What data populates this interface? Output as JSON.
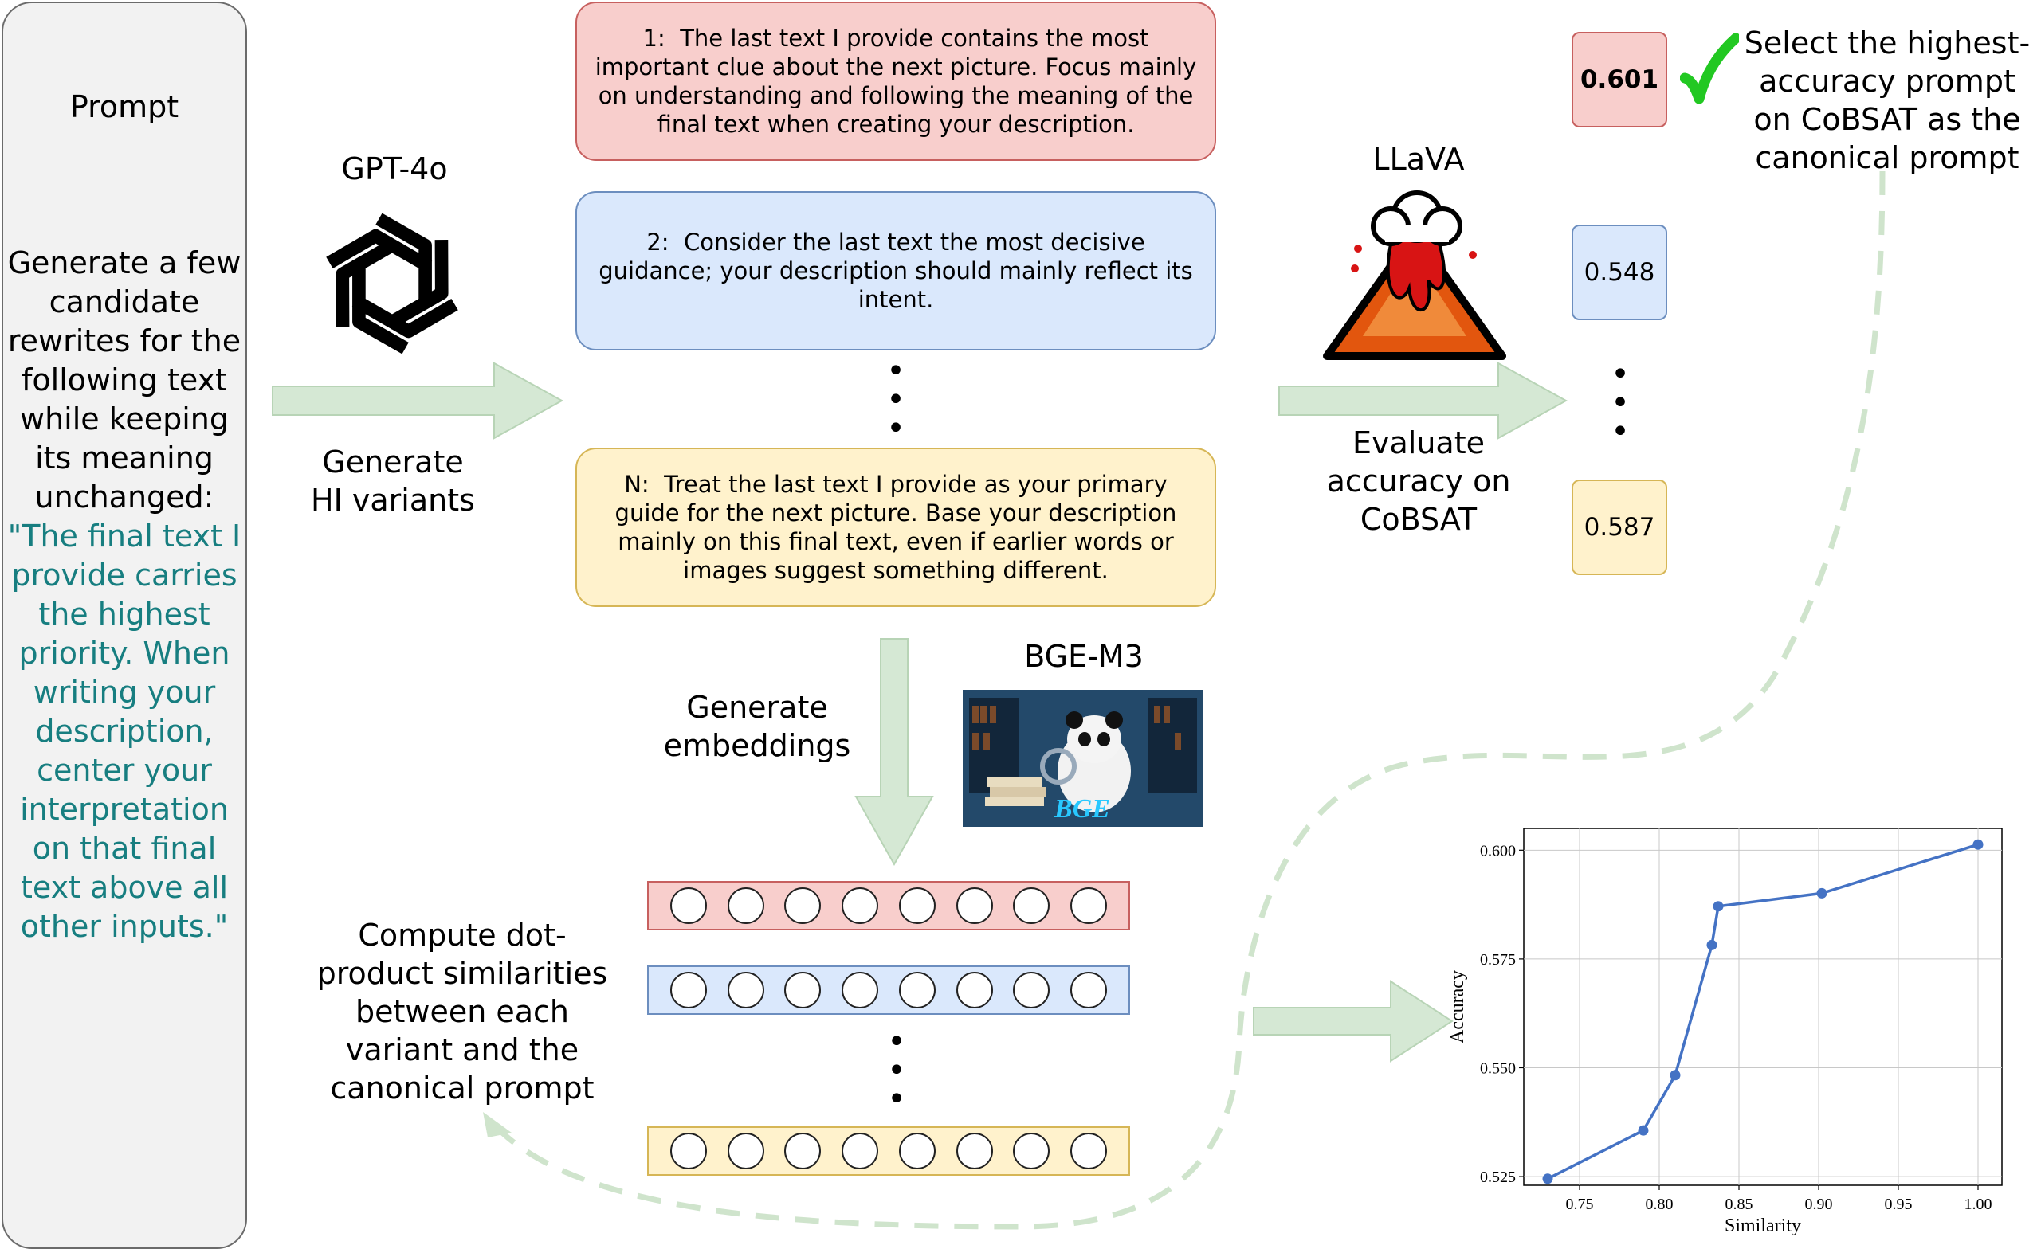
{
  "prompt_panel": {
    "title": "Prompt",
    "instruction": "Generate a few candidate rewrites for the following text while keeping its meaning unchanged:",
    "quote": "\"The final text I provide carries the highest priority. When writing your description, center your interpretation on that final text above all other inputs.\""
  },
  "gpt": {
    "title": "GPT-4o",
    "action": "Generate HI variants"
  },
  "variants": [
    {
      "index": "1:",
      "text": "The last text I provide contains the most important clue about the next picture. Focus mainly on understanding and following the meaning of the final text when creating your description."
    },
    {
      "index": "2:",
      "text": "Consider the last text the most decisive guidance; your description should mainly reflect its intent."
    },
    {
      "index": "N:",
      "text": "Treat the last text I provide as your primary guide for the next picture. Base your description mainly on this final text, even if earlier words or images suggest something different."
    }
  ],
  "llava": {
    "title": "LLaVA",
    "action": "Evaluate accuracy on CoBSAT"
  },
  "scores": [
    "0.601",
    "0.548",
    "0.587"
  ],
  "selection_note": "Select the highest-accuracy prompt on CoBSAT as the canonical prompt",
  "bge": {
    "title": "BGE-M3",
    "image_text": "BGE"
  },
  "embed_label": "Generate embeddings",
  "compute_label": "Compute dot-product similarities between each variant and the canonical prompt",
  "colors": {
    "red_fill": "#f8cecc",
    "blue_fill": "#dae8fc",
    "yellow_fill": "#fff2cc",
    "arrow_green": "#d5e8d4",
    "quote_teal": "#177e80",
    "check_green": "#22c822",
    "line_blue": "#4472c4"
  },
  "chart_data": {
    "type": "line",
    "xlabel": "Similarity",
    "ylabel": "Accuracy",
    "xlim": [
      0.715,
      1.015
    ],
    "ylim": [
      0.523,
      0.605
    ],
    "xticks": [
      "0.75",
      "0.80",
      "0.85",
      "0.90",
      "0.95",
      "1.00"
    ],
    "yticks": [
      "0.525",
      "0.550",
      "0.575",
      "0.600"
    ],
    "x": [
      0.73,
      0.79,
      0.81,
      0.833,
      0.837,
      0.902,
      1.0
    ],
    "y": [
      0.5245,
      0.5356,
      0.5483,
      0.5782,
      0.5871,
      0.5901,
      0.6013
    ],
    "grid": true
  }
}
